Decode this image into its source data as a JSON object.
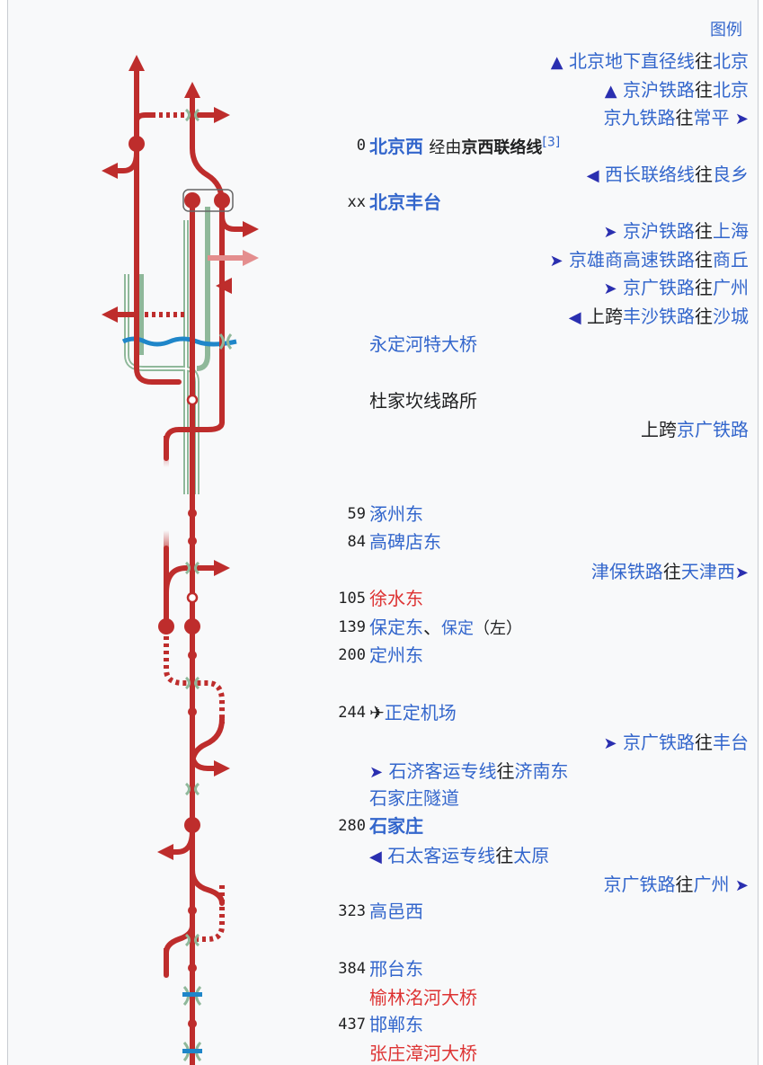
{
  "legend": "图例",
  "rows": {
    "r1": {
      "arrow": "▲",
      "line": "北京地下直径线",
      "via": "往",
      "dest": "北京"
    },
    "r2": {
      "arrow": "▲",
      "line": "京沪铁路",
      "via": "往",
      "dest": "北京"
    },
    "r3": {
      "line": "京九铁路",
      "via": "往",
      "dest": "常平",
      "arrow": "➤"
    },
    "r4": {
      "km": "0",
      "name": "北京西",
      "via": "经由",
      "link": "京西联络线",
      "ref": "[3]"
    },
    "r5": {
      "arrow": "◀",
      "line": "西长联络线",
      "via": "往",
      "dest": "良乡"
    },
    "r6": {
      "km": "xx",
      "name": "北京丰台"
    },
    "r7": {
      "arrow": "➤",
      "line": "京沪铁路",
      "via": "往",
      "dest": "上海"
    },
    "r8": {
      "arrow": "➤",
      "line": "京雄商高速铁路",
      "via": "往",
      "dest": "商丘"
    },
    "r9": {
      "arrow": "➤",
      "line": "京广铁路",
      "via": "往",
      "dest": "广州"
    },
    "r10": {
      "arrow": "◀",
      "prefix": "上跨",
      "line": "丰沙铁路",
      "via": "往",
      "dest": "沙城"
    },
    "r11": {
      "name": "永定河特大桥"
    },
    "r12": {
      "name": "杜家坎线路所"
    },
    "r13": {
      "prefix": "上跨",
      "line": "京广铁路"
    },
    "r14": {
      "km": "59",
      "name": "涿州东"
    },
    "r15": {
      "km": "84",
      "name": "高碑店东"
    },
    "r16": {
      "line": "津保铁路",
      "via": "往",
      "dest": "天津西",
      "arrow": "➤"
    },
    "r17": {
      "km": "105",
      "name": "徐水东"
    },
    "r18": {
      "km": "139",
      "name": "保定东",
      "sep": "、",
      "alt": "保定",
      "note": "（左）"
    },
    "r19": {
      "km": "200",
      "name": "定州东"
    },
    "r20": {
      "km": "244",
      "icon": "✈",
      "name": "正定机场"
    },
    "r21": {
      "arrow": "➤",
      "line": "京广铁路",
      "via": "往",
      "dest": "丰台"
    },
    "r22": {
      "arrow": "➤",
      "line": "石济客运专线",
      "via": "往",
      "dest": "济南东"
    },
    "r23": {
      "name": "石家庄隧道"
    },
    "r24": {
      "km": "280",
      "name": "石家庄"
    },
    "r25": {
      "arrow": "◀",
      "line": "石太客运专线",
      "via": "往",
      "dest": "太原"
    },
    "r26": {
      "line": "京广铁路",
      "via": "往",
      "dest": "广州",
      "arrow": "➤"
    },
    "r27": {
      "km": "323",
      "name": "高邑西"
    },
    "r28": {
      "km": "384",
      "name": "邢台东"
    },
    "r29": {
      "name": "榆林洺河大桥"
    },
    "r30": {
      "km": "437",
      "name": "邯郸东"
    },
    "r31": {
      "name": "张庄漳河大桥"
    }
  },
  "colors": {
    "main_line": "#be2d2c",
    "unused_line": "#e48e8e",
    "other_line": "#8fb89a",
    "water": "#1f86c9",
    "link": "#3366cc",
    "closed_link": "#d33333"
  }
}
